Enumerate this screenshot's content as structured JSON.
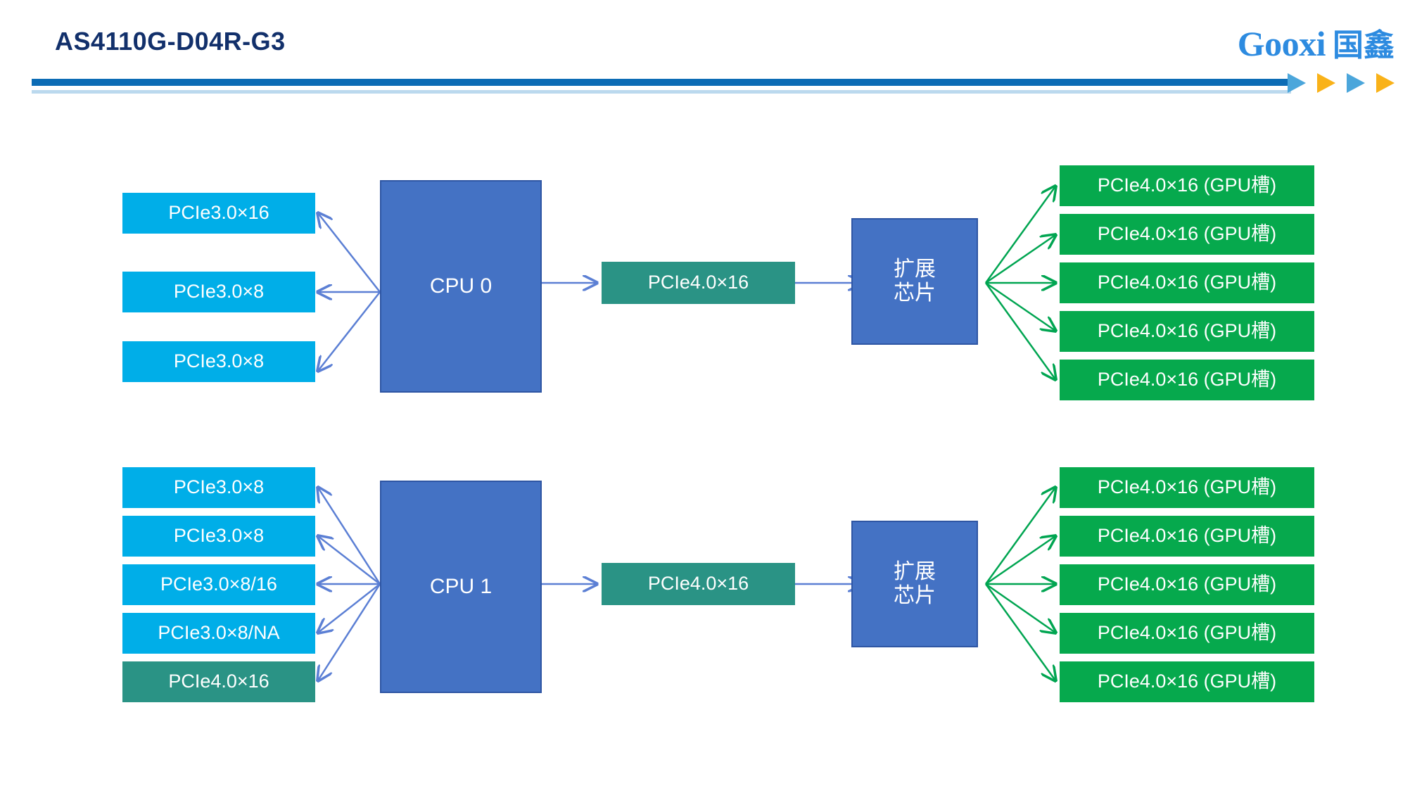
{
  "header": {
    "title": "AS4110G-D04R-G3",
    "rule_color": "#0C6CB5",
    "title_color": "#12306B"
  },
  "logo": {
    "latin": "Gooxi",
    "cjk": "国鑫",
    "color": "#2D8BE0",
    "arrows": [
      {
        "name": "triangle-1",
        "color": "#4BA6DB"
      },
      {
        "name": "triangle-2",
        "color": "#F9B219"
      },
      {
        "name": "triangle-3",
        "color": "#4BA6DB"
      },
      {
        "name": "triangle-4",
        "color": "#F9B219"
      }
    ]
  },
  "palette": {
    "cyan": "#00AEE8",
    "teal": "#2A9385",
    "green": "#06A94D",
    "cpu_blue": "#4472C4",
    "arrow_blue": "#5B7FD4",
    "arrow_green": "#00A551"
  },
  "diagram": {
    "groups": [
      {
        "id": "cpu0",
        "cpu_label": "CPU 0",
        "uplink_label": "PCIe4.0×16",
        "switch_label": "扩展\n芯片",
        "left_ports": [
          {
            "label": "PCIe3.0×16",
            "color": "cyan"
          },
          {
            "label": "PCIe3.0×8",
            "color": "cyan"
          },
          {
            "label": "PCIe3.0×8",
            "color": "cyan"
          }
        ],
        "gpu_slots": [
          {
            "label": "PCIe4.0×16 (GPU槽)"
          },
          {
            "label": "PCIe4.0×16 (GPU槽)"
          },
          {
            "label": "PCIe4.0×16 (GPU槽)"
          },
          {
            "label": "PCIe4.0×16 (GPU槽)"
          },
          {
            "label": "PCIe4.0×16 (GPU槽)"
          }
        ]
      },
      {
        "id": "cpu1",
        "cpu_label": "CPU 1",
        "uplink_label": "PCIe4.0×16",
        "switch_label": "扩展\n芯片",
        "left_ports": [
          {
            "label": "PCIe3.0×8",
            "color": "cyan"
          },
          {
            "label": "PCIe3.0×8",
            "color": "cyan"
          },
          {
            "label": "PCIe3.0×8/16",
            "color": "cyan"
          },
          {
            "label": "PCIe3.0×8/NA",
            "color": "cyan"
          },
          {
            "label": "PCIe4.0×16",
            "color": "teal"
          }
        ],
        "gpu_slots": [
          {
            "label": "PCIe4.0×16 (GPU槽)"
          },
          {
            "label": "PCIe4.0×16 (GPU槽)"
          },
          {
            "label": "PCIe4.0×16 (GPU槽)"
          },
          {
            "label": "PCIe4.0×16 (GPU槽)"
          },
          {
            "label": "PCIe4.0×16 (GPU槽)"
          }
        ]
      }
    ]
  }
}
